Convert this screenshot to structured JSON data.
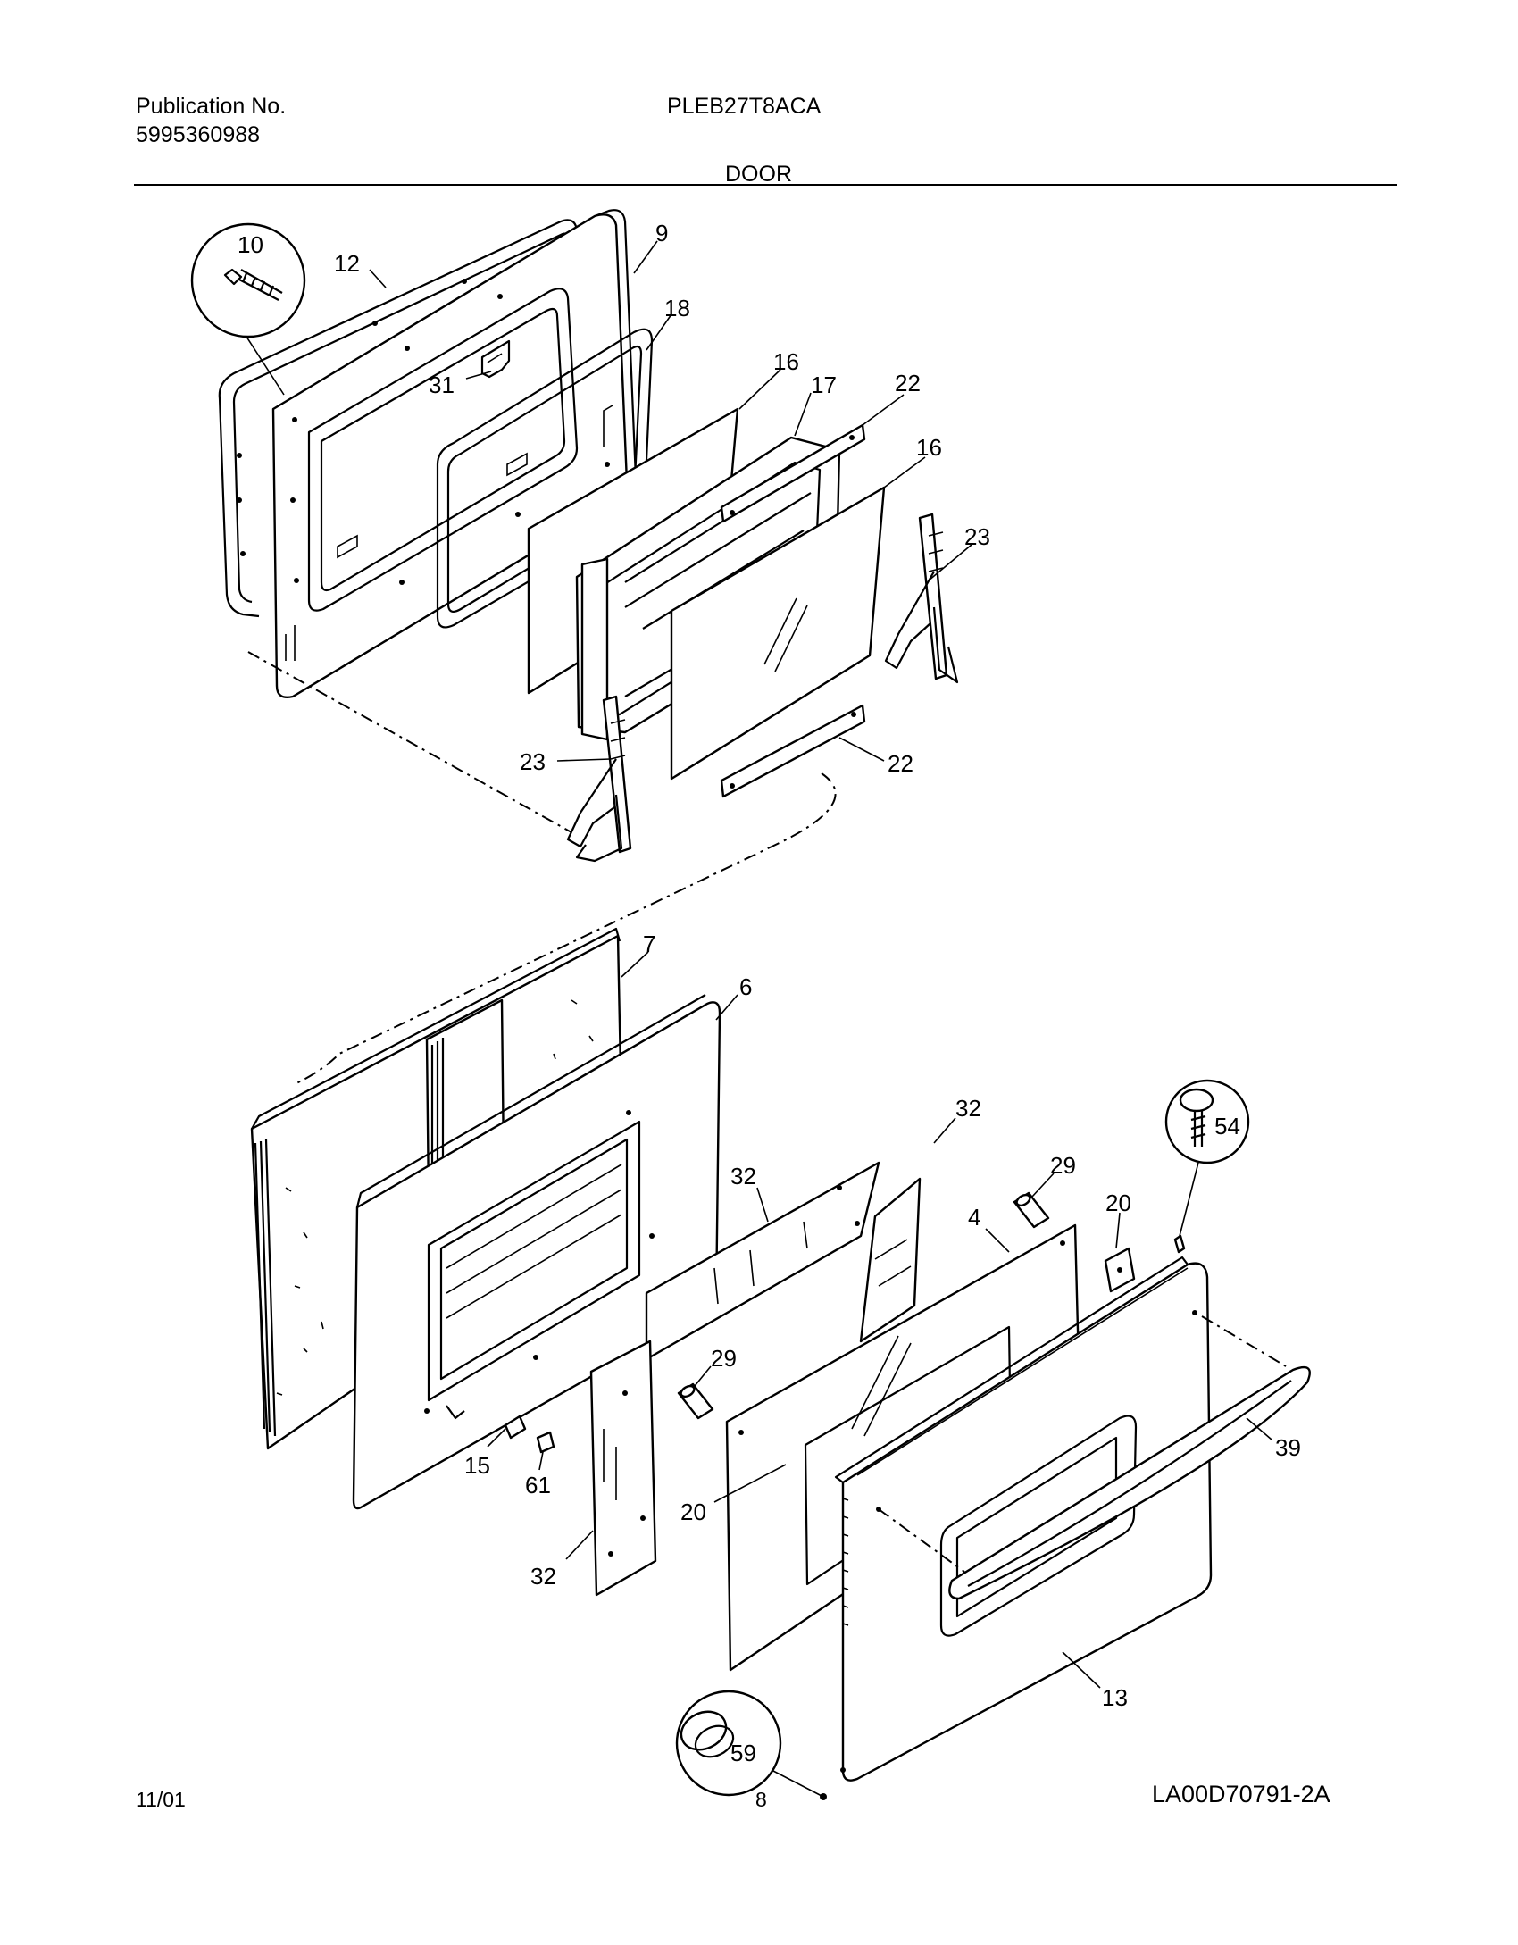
{
  "header": {
    "publication_label": "Publication No.",
    "publication_number": "5995360988",
    "model": "PLEB27T8ACA",
    "section_title": "DOOR"
  },
  "callouts": {
    "c10": "10",
    "c12": "12",
    "c9": "9",
    "c18": "18",
    "c31": "31",
    "c16a": "16",
    "c17": "17",
    "c22a": "22",
    "c16b": "16",
    "c23a": "23",
    "c23b": "23",
    "c22b": "22",
    "c7": "7",
    "c6": "6",
    "c32a": "32",
    "c32b": "32",
    "c29a": "29",
    "c20a": "20",
    "c54": "54",
    "c4": "4",
    "c29b": "29",
    "c39": "39",
    "c15": "15",
    "c61": "61",
    "c20b": "20",
    "c32c": "32",
    "c13": "13",
    "c59": "59"
  },
  "footer": {
    "drawing_code": "LA00D70791-2A",
    "date": "11/01",
    "page_number": "8"
  }
}
